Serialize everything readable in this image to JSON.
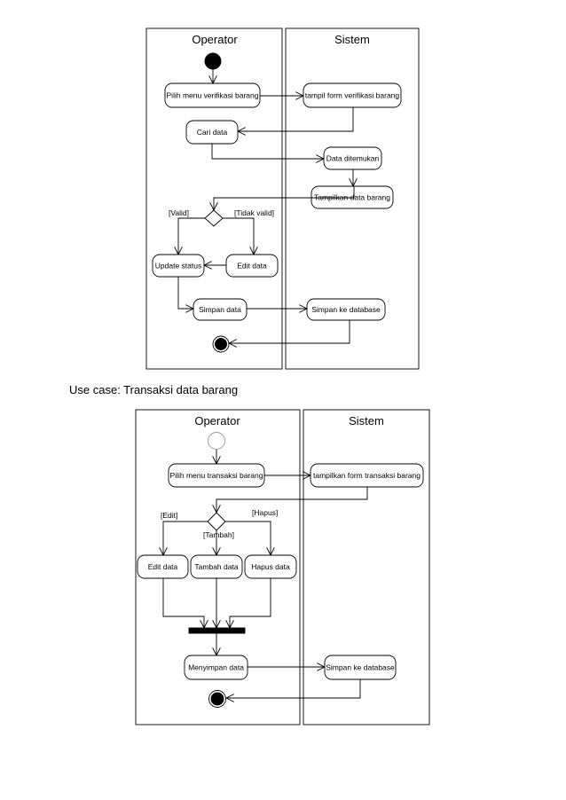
{
  "diagram1": {
    "lanes": {
      "operator": "Operator",
      "sistem": "Sistem"
    },
    "nodes": {
      "pilih_menu": "Pilih menu verifikasi barang",
      "tampil_form": "tampil form verifikasi barang",
      "cari_data": "Cari data",
      "data_ditemukan": "Data ditemukan",
      "tampilkan_data": "Tampilkan data barang",
      "update_status": "Update status",
      "edit_data": "Edit data",
      "simpan_data": "Simpan data",
      "simpan_db": "Simpan ke database"
    },
    "guards": {
      "valid": "[Valid]",
      "tidak_valid": "[Tidak valid]"
    }
  },
  "caption": "Use case: Transaksi data barang",
  "diagram2": {
    "lanes": {
      "operator": "Operator",
      "sistem": "Sistem"
    },
    "nodes": {
      "pilih_menu": "Pilih menu transaksi barang",
      "tampilkan_form": "tampilkan form transaksi barang",
      "edit_data": "Edit data",
      "tambah_data": "Tambah data",
      "hapus_data": "Hapus data",
      "menyimpan_data": "Menyimpan data",
      "simpan_db": "Simpan ke database"
    },
    "guards": {
      "edit": "[Edit]",
      "hapus": "[Hapus]",
      "tambah": "[Tambah]"
    }
  }
}
